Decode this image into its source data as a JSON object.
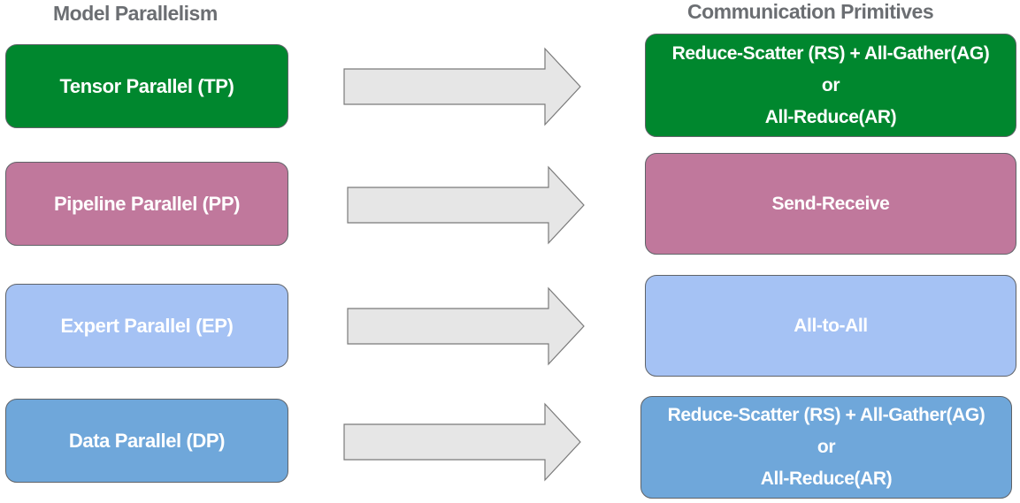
{
  "headers": {
    "left": "Model Parallelism",
    "right": "Communication Primitives"
  },
  "rows": [
    {
      "strategy": "Tensor Parallel (TP)",
      "primitive": {
        "line1": "Reduce-Scatter (RS) + All-Gather(AG)",
        "line2": "or",
        "line3": "All-Reduce(AR)"
      },
      "color": "#00872e"
    },
    {
      "strategy": "Pipeline Parallel (PP)",
      "primitive": {
        "line1": "Send-Receive"
      },
      "color": "#c0789c"
    },
    {
      "strategy": "Expert Parallel (EP)",
      "primitive": {
        "line1": "All-to-All"
      },
      "color": "#a5c2f4"
    },
    {
      "strategy": "Data Parallel (DP)",
      "primitive": {
        "line1": "Reduce-Scatter (RS) + All-Gather(AG)",
        "line2": "or",
        "line3": "All-Reduce(AR)"
      },
      "color": "#6fa7da"
    }
  ],
  "arrow_color": "#e6e6e6"
}
